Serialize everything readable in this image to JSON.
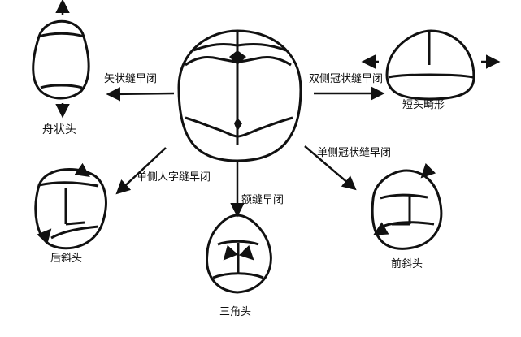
{
  "center": {
    "label": ""
  },
  "transitions": {
    "sagittal": {
      "label": "矢状缝早闭",
      "result": "舟状头"
    },
    "bilateral_coronal": {
      "label": "双侧冠状缝早闭",
      "result": "短头畸形"
    },
    "unilateral_lambdoid": {
      "label": "单侧人字缝早闭",
      "result": "后斜头"
    },
    "metopic": {
      "label": "额缝早闭",
      "result": "三角头"
    },
    "unilateral_coronal": {
      "label": "单侧冠状缝早闭",
      "result": "前斜头"
    }
  },
  "colors": {
    "stroke": "#111111",
    "fill": "#ffffff"
  }
}
